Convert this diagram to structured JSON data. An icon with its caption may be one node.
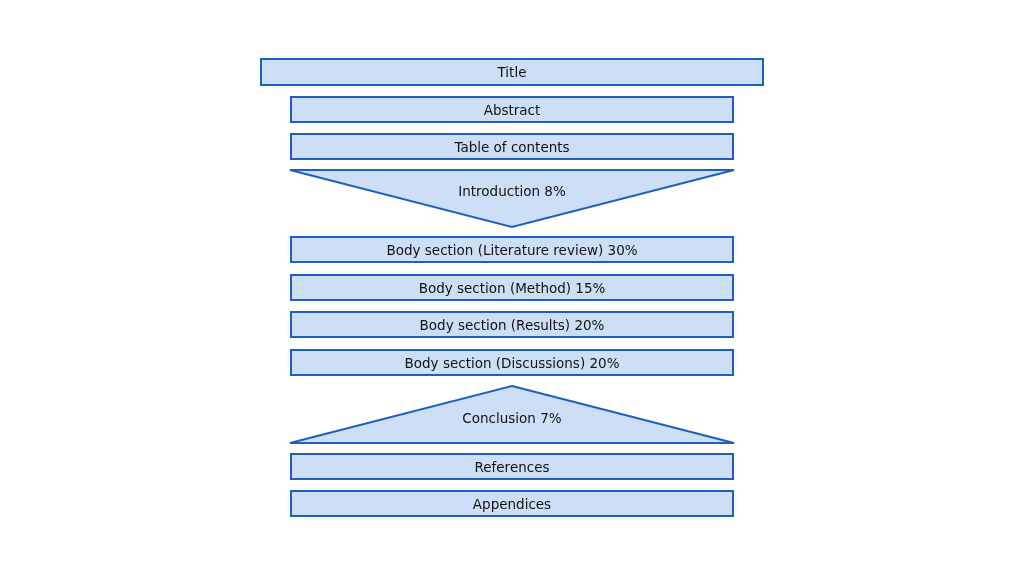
{
  "diagram": {
    "nodes": [
      {
        "text": [
          "Title"
        ]
      },
      {
        "text": [
          "Abstract"
        ]
      },
      {
        "text": [
          "Table of contents"
        ]
      },
      {
        "text": [
          "Introduction 8%"
        ]
      },
      {
        "text": [
          "Body section (Literature review) 30%"
        ]
      },
      {
        "text": [
          "Body section (Method) 15%"
        ]
      },
      {
        "text": [
          "Body section (Results) 20%"
        ]
      },
      {
        "text": [
          "Body section (Discussions) 20%"
        ]
      },
      {
        "text": [
          "Conclusion 7%"
        ]
      },
      {
        "text": [
          "References"
        ]
      },
      {
        "text": [
          "Appendices"
        ]
      }
    ]
  }
}
